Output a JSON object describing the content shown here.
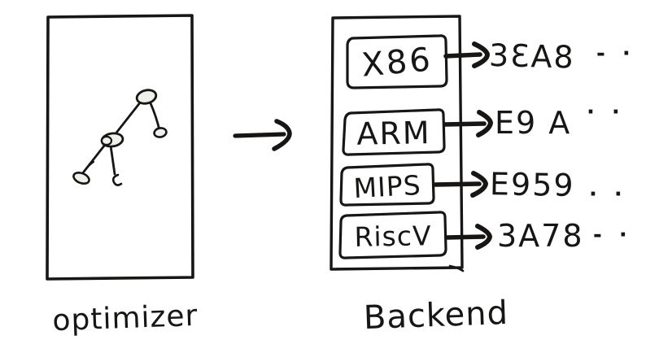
{
  "optimizer": {
    "label": "optimizer"
  },
  "flow": {
    "arrow": "right-arrow"
  },
  "backend": {
    "label": "Backend",
    "targets": [
      {
        "name": "X86",
        "output": "3ƐA8",
        "trailing": "- ·"
      },
      {
        "name": "ARM",
        "output": "E9 A",
        "trailing": "· ·"
      },
      {
        "name": "MIPS",
        "output": "E959",
        "trailing": "· ·"
      },
      {
        "name": "RiscV",
        "output": "3A78",
        "trailing": "- ·"
      }
    ]
  },
  "colors": {
    "ink": "#181614",
    "box_fill": "#e9e8e4",
    "background": "#ffffff"
  }
}
